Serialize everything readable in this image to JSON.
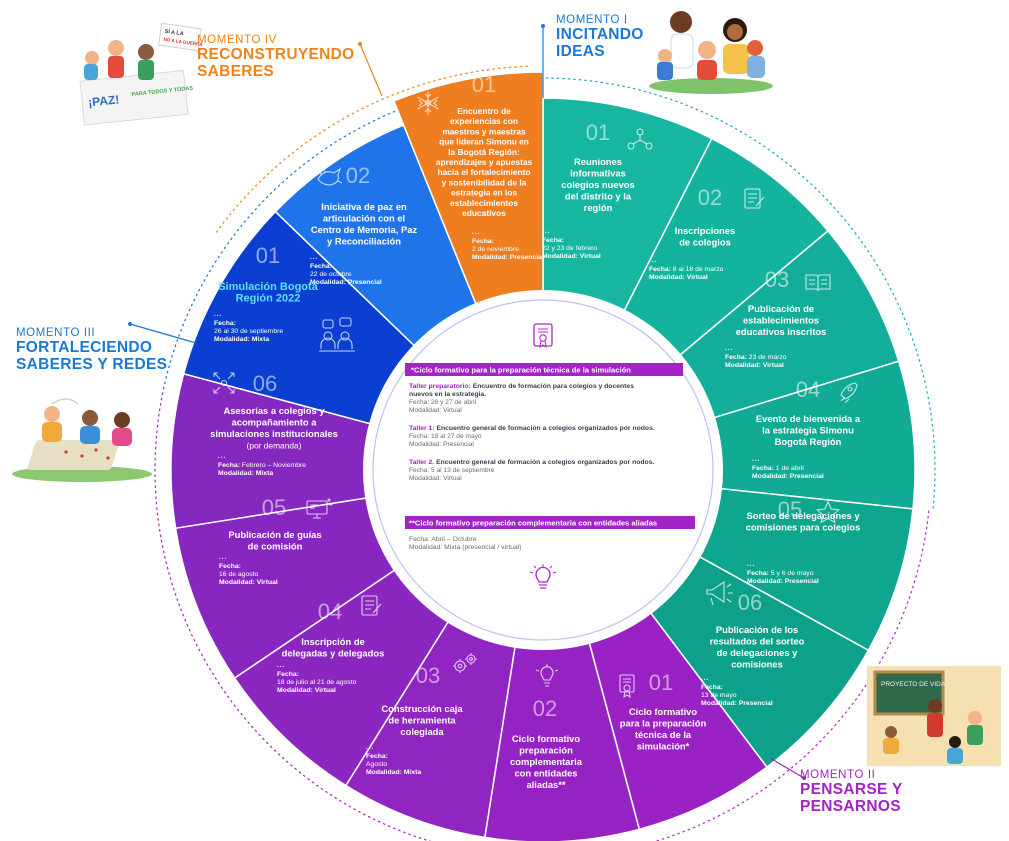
{
  "colors": {
    "teal": "#16b6a0",
    "teal_dark": "#0f9f8a",
    "orange": "#ee7e1f",
    "blue": "#1d6de8",
    "blue_dark": "#0a3fd1",
    "purple": "#8a24c9",
    "purple_light": "#a538d4",
    "magenta": "#b31ec0",
    "cyan": "#1fb6e8",
    "moment_purple": "#a223c6",
    "moment_blue": "#1a78d6",
    "moment_orange": "#f08218"
  },
  "moments": [
    {
      "kicker": "MOMENTO I",
      "title": [
        "INCITANDO",
        "IDEAS"
      ],
      "color": "#1a78d6"
    },
    {
      "kicker": "MOMENTO II",
      "title": [
        "PENSARSE Y",
        "PENSARNOS"
      ],
      "color": "#a223c6"
    },
    {
      "kicker": "MOMENTO III",
      "title": [
        "FORTALECIENDO",
        "SABERES Y REDES"
      ],
      "color": "#1a78d6"
    },
    {
      "kicker": "MOMENTO IV",
      "title": [
        "RECONSTRUYENDO",
        "SABERES"
      ],
      "color": "#f08218"
    }
  ],
  "segments": [
    {
      "id": "m1-01",
      "num": "01",
      "icon": "people-network-icon",
      "fill": "#16b6a0",
      "title": [
        "Reuniones",
        "informativas",
        "colegios nuevos",
        "del distrito y la",
        "región"
      ],
      "fecha_label": "Fecha:",
      "fecha": "22 y 23 de febrero",
      "modalidad_label": "Modalidad:",
      "modalidad": "Virtual",
      "inline_date": false
    },
    {
      "id": "m1-02",
      "num": "02",
      "icon": "form-icon",
      "fill": "#14b39e",
      "title": [
        "Inscripciones",
        "de colegios"
      ],
      "fecha_label": "Fecha:",
      "fecha": "8 al 18 de marzo",
      "modalidad_label": "Modalidad:",
      "modalidad": "Virtual",
      "inline_date": true
    },
    {
      "id": "m1-03",
      "num": "03",
      "icon": "book-icon",
      "fill": "#12ae9a",
      "title": [
        "Publicación de",
        "establecimientos",
        "educativos inscritos"
      ],
      "fecha_label": "Fecha:",
      "fecha": "23 de marzo",
      "modalidad_label": "Modalidad:",
      "modalidad": "Virtual",
      "inline_date": true
    },
    {
      "id": "m1-04",
      "num": "04",
      "icon": "rocket-icon",
      "fill": "#10aa95",
      "title": [
        "Evento de bienvenida a",
        "la estrategia Simonu",
        "Bogotá Región"
      ],
      "fecha_label": "Fecha:",
      "fecha": "1 de abril",
      "modalidad_label": "Modalidad:",
      "modalidad": "Presencial",
      "inline_date": true
    },
    {
      "id": "m1-05",
      "num": "05",
      "icon": "star-icon",
      "fill": "#0fa690",
      "title": [
        "Sorteo de delegaciones y",
        "comisiones para colegios"
      ],
      "fecha_label": "Fecha:",
      "fecha": "5 y 6 de mayo",
      "modalidad_label": "Modalidad:",
      "modalidad": "Presencial",
      "inline_date": true
    },
    {
      "id": "m1-06",
      "num": "06",
      "icon": "megaphone-icon",
      "fill": "#0da18b",
      "title": [
        "Publicación de los",
        "resultados del sorteo",
        "de delegaciones y",
        "comisiones"
      ],
      "fecha_label": "Fecha:",
      "fecha": "13 de mayo",
      "modalidad_label": "Modalidad:",
      "modalidad": "Presencial",
      "inline_date": false
    },
    {
      "id": "m2-01",
      "num": "01",
      "icon": "certificate-icon",
      "fill": "#9a22c4",
      "title": [
        "Ciclo formativo",
        "para la preparación",
        "técnica de la",
        "simulación*"
      ],
      "fecha_label": "",
      "fecha": "",
      "modalidad_label": "",
      "modalidad": "",
      "inline_date": false
    },
    {
      "id": "m2-02",
      "num": "02",
      "icon": "lightbulb-icon",
      "fill": "#9523c3",
      "title": [
        "Ciclo formativo",
        "preparación",
        "complementaria",
        "con entidades",
        "aliadas**"
      ],
      "fecha_label": "",
      "fecha": "",
      "modalidad_label": "",
      "modalidad": "",
      "inline_date": false
    },
    {
      "id": "m2-03",
      "num": "03",
      "icon": "gears-icon",
      "fill": "#9025c2",
      "title": [
        "Construcción caja",
        "de herramienta",
        "colegiada"
      ],
      "fecha_label": "Fecha:",
      "fecha": "Agosto",
      "modalidad_label": "Modalidad:",
      "modalidad": "Mixta",
      "inline_date": false
    },
    {
      "id": "m2-04",
      "num": "04",
      "icon": "form-icon",
      "fill": "#8c26c1",
      "title": [
        "Inscripción de",
        "delegadas y delegados"
      ],
      "fecha_label": "Fecha:",
      "fecha": "18 de julio al 21 de agosto",
      "modalidad_label": "Modalidad:",
      "modalidad": "Virtual",
      "inline_date": false
    },
    {
      "id": "m2-05",
      "num": "05",
      "icon": "monitor-icon",
      "fill": "#8827c0",
      "title": [
        "Publicación de guías",
        "de comisión"
      ],
      "fecha_label": "Fecha:",
      "fecha": "16 de agosto",
      "modalidad_label": "Modalidad:",
      "modalidad": "Virtual",
      "inline_date": false
    },
    {
      "id": "m2-06",
      "num": "06",
      "icon": "arrows-icon",
      "fill": "#8528bf",
      "title": [
        "Asesorías a colegios y",
        "acompañamiento a",
        "simulaciones institucionales",
        "(por demanda)"
      ],
      "fecha_label": "Fecha:",
      "fecha": "Febrero – Noviembre",
      "modalidad_label": "Modalidad:",
      "modalidad": "Mixta",
      "inline_date": true
    },
    {
      "id": "m3-01",
      "num": "01",
      "icon": "chat-people-icon",
      "fill": "#0a3fd1",
      "title": [
        "Simulación Bogotá",
        "Región 2022"
      ],
      "fecha_label": "Fecha:",
      "fecha": "26 al 30 de septiembre",
      "modalidad_label": "Modalidad:",
      "modalidad": "Mixta",
      "inline_date": false
    },
    {
      "id": "m3-02",
      "num": "02",
      "icon": "dove-icon",
      "fill": "#1f74ea",
      "title": [
        "Iniciativa de paz en",
        "articulación con el",
        "Centro de Memoria, Paz",
        "y Reconciliación"
      ],
      "fecha_label": "Fecha:",
      "fecha": "22 de octubre",
      "modalidad_label": "Modalidad:",
      "modalidad": "Presencial",
      "inline_date": false
    },
    {
      "id": "m4-01",
      "num": "01",
      "icon": "snowflake-icon",
      "fill": "#ee7e1f",
      "title": [
        "Encuentro de",
        "experiencias con",
        "maestros y maestras",
        "que lideran Simonu en",
        "la Bogotá Región:",
        "aprendizajes y apuestas",
        "hacia el fortalecimiento",
        "y sostenibilidad de la",
        "estrategia en los",
        "establecimientos",
        "educativos"
      ],
      "fecha_label": "Fecha:",
      "fecha": "2 de noviembre",
      "modalidad_label": "Modalidad:",
      "modalidad": "Presencial",
      "inline_date": false
    }
  ],
  "center": {
    "box1_title": "*Ciclo formativo para la preparación técnica de la simulación",
    "items": [
      {
        "label": "Taller preparatorio:",
        "text": "Encuentro de formación para colegios y docentes",
        "text2": "nuevos en la estrategia.",
        "fecha": "Fecha: 26 y 27 de abril",
        "modalidad": "Modalidad: Virtual"
      },
      {
        "label": "Taller 1:",
        "text": "Encuentro general de formación a colegios organizados por nodos.",
        "text2": "",
        "fecha": "Fecha: 18 al 27 de mayo",
        "modalidad": "Modalidad: Presencial"
      },
      {
        "label": "Taller 2.",
        "text": "Encuentro general de formación a colegios organizados por nodos.",
        "text2": "",
        "fecha": "Fecha: 5 al 13 de septiembre",
        "modalidad": "Modalidad: Virtual"
      }
    ],
    "box2_title": "**Ciclo formativo preparación complementaria con entidades aliadas",
    "box2_fecha": "Fecha: Abril – Octubre",
    "box2_modalidad": "Modalidad: Mixta (presencial / virtual)"
  },
  "illustrations": {
    "ideas": "children-group-illustration",
    "classroom": "classroom-illustration",
    "board_text": "PROYECTO DE VIDA",
    "kids_map": "kids-map-illustration",
    "protest": "protest-illustration",
    "sign1": "¡PAZ!",
    "sign2": "PARA TODOS Y TODAS",
    "sign3": "SÍ A LA",
    "sign4": "NO A LA GUERRA"
  }
}
